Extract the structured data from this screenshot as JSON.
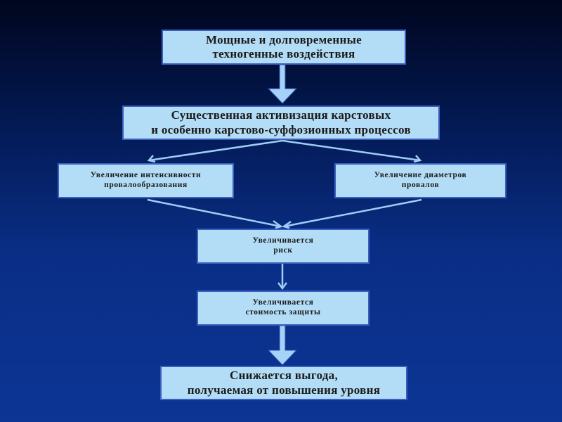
{
  "boxes": {
    "b1": [
      "Мощные и долговременные",
      "техногенные воздействия"
    ],
    "b2": [
      "Существенная активизация карстовых",
      "и особенно карстово-суффозионных процессов"
    ],
    "b3": [
      "Увеличение интенсивности",
      "провалообразования"
    ],
    "b4": [
      "Увеличение диаметров",
      "провалов"
    ],
    "b5": [
      "Увеличивается",
      "риск"
    ],
    "b6": [
      "Увеличивается",
      "стоимость защиты"
    ],
    "b7": [
      "Снижается выгода,",
      "получаемая от повышения уровня"
    ]
  },
  "colors": {
    "box": "#b3dcf6",
    "arrow": "#9fcdf5"
  }
}
